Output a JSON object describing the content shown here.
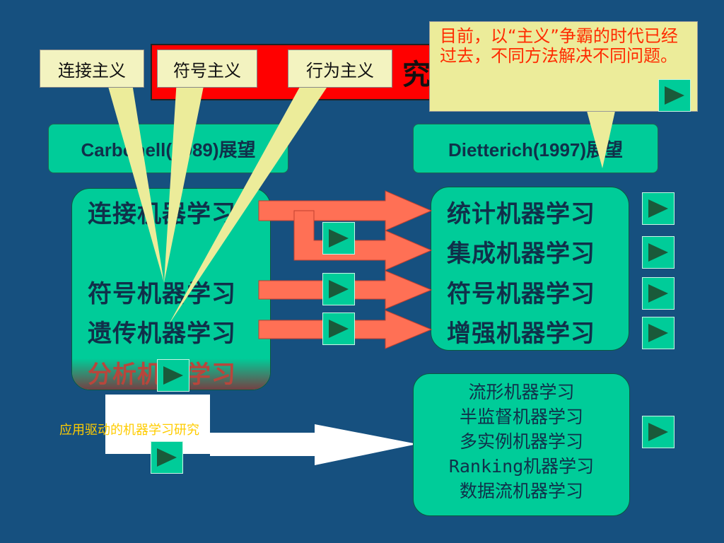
{
  "title": {
    "visible_text": "究"
  },
  "callout": {
    "text": "目前，以“主义”争霸的时代已经过去，不同方法解决不同问题。"
  },
  "tags": {
    "connectionism": "连接主义",
    "symbolism": "符号主义",
    "behaviorism": "行为主义"
  },
  "left_header": "Carbonell(1989)展望",
  "right_header": "Dietterich(1997)展望",
  "left_items": [
    "连接机器学习",
    "符号机器学习",
    "遗传机器学习",
    "分析机器学习"
  ],
  "right_items": [
    "统计机器学习",
    "集成机器学习",
    "符号机器学习",
    "增强机器学习"
  ],
  "future_items": [
    "流形机器学习",
    "半监督机器学习",
    "多实例机器学习",
    "Ranking机器学习",
    "数据流机器学习"
  ],
  "app_driven": "应用驱动的机器学习研究",
  "colors": {
    "background": "#16507f",
    "panel": "#00cc99",
    "arrow": "#ff7055",
    "title_bar": "#ff0000",
    "callout_bg": "#ecec9a",
    "callout_text": "#ff2a00"
  }
}
